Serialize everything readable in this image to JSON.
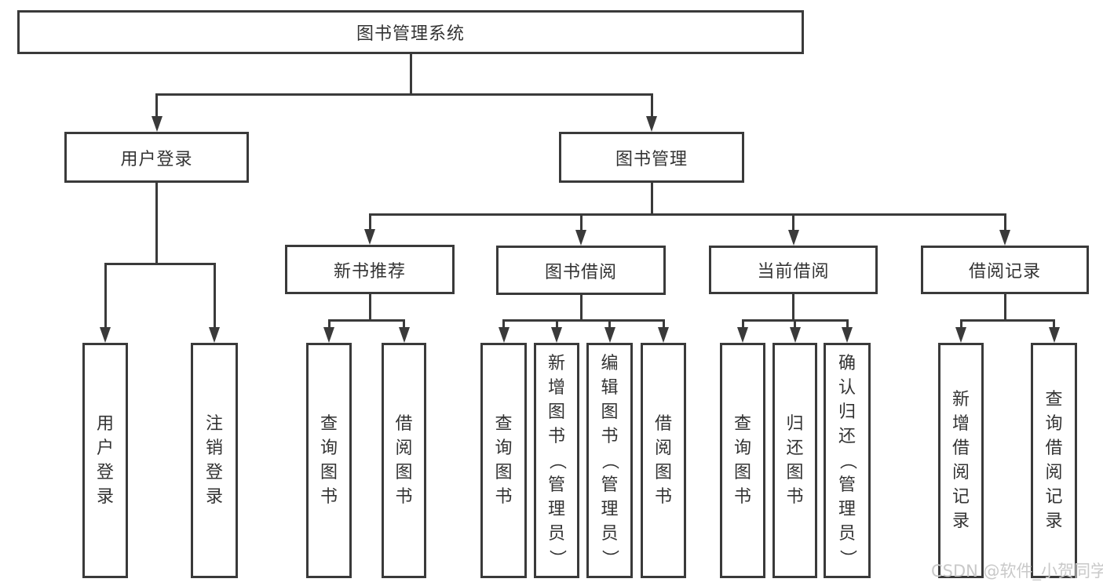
{
  "diagram": {
    "title": "图书管理系统",
    "colors": {
      "background": "#ffffff",
      "line": "#3a3a3a",
      "text": "#333333",
      "watermark": "#c9c9c9"
    },
    "watermark": {
      "text": "CSDN @软件_小贺同学"
    },
    "nodes": [
      {
        "id": "root",
        "label": "图书管理系统",
        "orient": "h"
      },
      {
        "id": "user-login",
        "label": "用户登录",
        "orient": "h"
      },
      {
        "id": "book-management",
        "label": "图书管理",
        "orient": "h"
      },
      {
        "id": "new-book-recommend",
        "label": "新书推荐",
        "orient": "h"
      },
      {
        "id": "book-borrowing",
        "label": "图书借阅",
        "orient": "h"
      },
      {
        "id": "current-borrowing",
        "label": "当前借阅",
        "orient": "h"
      },
      {
        "id": "borrowing-records",
        "label": "借阅记录",
        "orient": "h"
      },
      {
        "id": "leaf-user-login",
        "label": "用户登录",
        "orient": "v"
      },
      {
        "id": "leaf-logout",
        "label": "注销登录",
        "orient": "v"
      },
      {
        "id": "leaf-query-book-1",
        "label": "查询图书",
        "orient": "v"
      },
      {
        "id": "leaf-borrow-book-1",
        "label": "借阅图书",
        "orient": "v"
      },
      {
        "id": "leaf-query-book-2",
        "label": "查询图书",
        "orient": "v"
      },
      {
        "id": "leaf-add-book",
        "label": "新增图书（管理员）",
        "orient": "v"
      },
      {
        "id": "leaf-edit-book",
        "label": "编辑图书（管理员）",
        "orient": "v"
      },
      {
        "id": "leaf-borrow-book-2",
        "label": "借阅图书",
        "orient": "v"
      },
      {
        "id": "leaf-query-book-3",
        "label": "查询图书",
        "orient": "v"
      },
      {
        "id": "leaf-return-book",
        "label": "归还图书",
        "orient": "v"
      },
      {
        "id": "leaf-confirm-return",
        "label": "确认归还（管理员）",
        "orient": "v"
      },
      {
        "id": "leaf-add-borrow-record",
        "label": "新增借阅记录",
        "orient": "v"
      },
      {
        "id": "leaf-query-borrow-record",
        "label": "查询借阅记录",
        "orient": "v"
      }
    ],
    "hierarchy": [
      {
        "parent": "root",
        "children": [
          "user-login",
          "book-management"
        ]
      },
      {
        "parent": "user-login",
        "children": [
          "leaf-user-login",
          "leaf-logout"
        ]
      },
      {
        "parent": "book-management",
        "children": [
          "new-book-recommend",
          "book-borrowing",
          "current-borrowing",
          "borrowing-records"
        ]
      },
      {
        "parent": "new-book-recommend",
        "children": [
          "leaf-query-book-1",
          "leaf-borrow-book-1"
        ]
      },
      {
        "parent": "book-borrowing",
        "children": [
          "leaf-query-book-2",
          "leaf-add-book",
          "leaf-edit-book",
          "leaf-borrow-book-2"
        ]
      },
      {
        "parent": "current-borrowing",
        "children": [
          "leaf-query-book-3",
          "leaf-return-book",
          "leaf-confirm-return"
        ]
      },
      {
        "parent": "borrowing-records",
        "children": [
          "leaf-add-borrow-record",
          "leaf-query-borrow-record"
        ]
      }
    ]
  }
}
